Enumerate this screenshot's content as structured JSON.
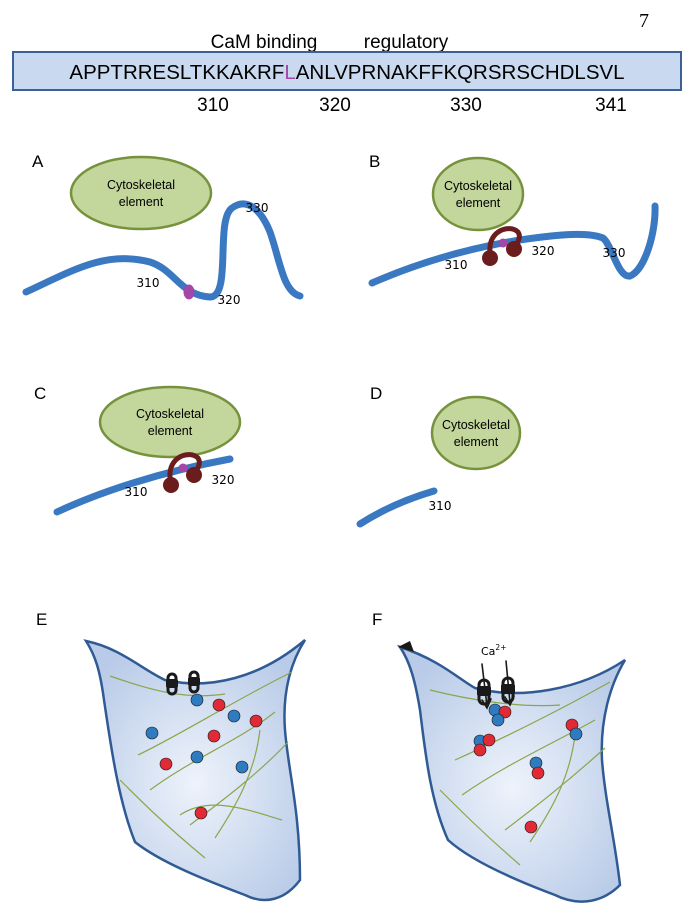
{
  "page_number": "7",
  "sequence": {
    "label_cam_binding": "CaM binding",
    "label_regulatory": "regulatory",
    "before": "APPTRRESLTKKAKRF",
    "highlight": "L",
    "after": "ANLVPRNAKFFKQRSRSCHDLSVL",
    "positions": [
      "310",
      "320",
      "330",
      "341"
    ]
  },
  "panels": {
    "a": {
      "letter": "A",
      "element": [
        "Cytoskeletal",
        "element"
      ],
      "marks": [
        "330",
        "310",
        "320"
      ]
    },
    "b": {
      "letter": "B",
      "element": [
        "Cytoskeletal",
        "element"
      ],
      "marks": [
        "310",
        "320",
        "330"
      ]
    },
    "c": {
      "letter": "C",
      "element": [
        "Cytoskeletal",
        "element"
      ],
      "marks": [
        "310",
        "320"
      ]
    },
    "d": {
      "letter": "D",
      "element": [
        "Cytoskeletal",
        "element"
      ],
      "marks": [
        "310"
      ]
    },
    "e": {
      "letter": "E"
    },
    "f": {
      "letter": "F",
      "ion": "Ca",
      "ion_charge": "2+"
    }
  },
  "colors": {
    "sequence_box_fill": "#c9d9f0",
    "sequence_box_stroke": "#3b5f96",
    "highlight_residue": "#a347a8",
    "protein": "#3a78c2",
    "cytoskeleton_fill": "#c3d69b",
    "cytoskeleton_stroke": "#76923c",
    "calmodulin": "#6b1c1c",
    "binding_site": "#a347a8",
    "cell_fill": "#c4d4ec",
    "cell_stroke": "#2f5a93",
    "fiber": "#8aa64a",
    "red_particle": "#e02a35",
    "blue_particle": "#2f7bc0"
  }
}
